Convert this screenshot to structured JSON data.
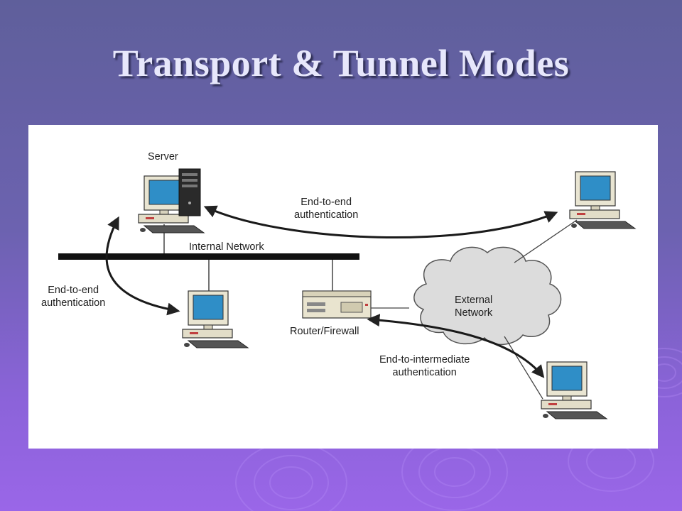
{
  "title": "Transport & Tunnel Modes",
  "diagram": {
    "server_label": "Server",
    "internal_network_label": "Internal Network",
    "external_network_label": [
      "External",
      "Network"
    ],
    "router_label": "Router/Firewall",
    "e2e_top_label": [
      "End-to-end",
      "authentication"
    ],
    "e2e_left_label": [
      "End-to-end",
      "authentication"
    ],
    "e2i_label": [
      "End-to-intermediate",
      "authentication"
    ]
  }
}
